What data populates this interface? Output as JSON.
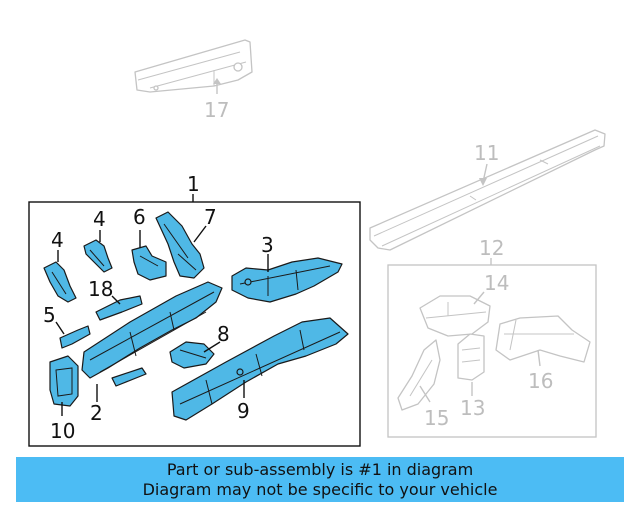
{
  "callouts": {
    "c1": "1",
    "c2": "2",
    "c3": "3",
    "c4a": "4",
    "c4b": "4",
    "c5": "5",
    "c6": "6",
    "c7": "7",
    "c8": "8",
    "c9": "9",
    "c10": "10",
    "c11": "11",
    "c12": "12",
    "c13": "13",
    "c14": "14",
    "c15": "15",
    "c16": "16",
    "c17": "17",
    "c18": "18"
  },
  "banner": {
    "line1": "Part or sub-assembly is #1 in diagram",
    "line2": "Diagram may not be specific to your vehicle"
  },
  "colors": {
    "highlight_fill": "#4fb8e6",
    "banner_background": "#4cbcf4",
    "ghost_outline": "#c4c4c4"
  }
}
